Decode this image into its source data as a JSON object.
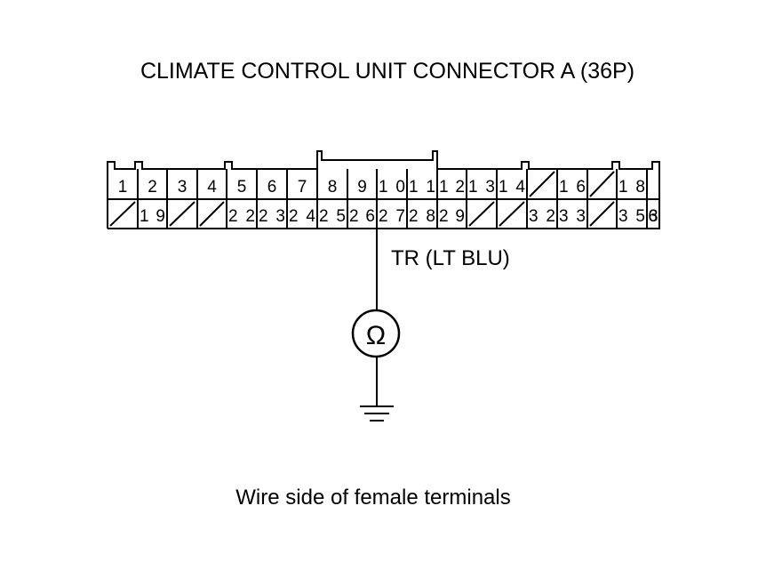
{
  "title": "CLIMATE CONTROL UNIT CONNECTOR A (36P)",
  "connector": {
    "top_row": [
      "1",
      "2",
      "3",
      "4",
      "5",
      "6",
      "7",
      "8",
      "9",
      "10",
      "11",
      "12",
      "13",
      "14",
      "",
      "16",
      "",
      "18",
      ""
    ],
    "bottom_row": [
      "",
      "19",
      "",
      "",
      "22",
      "23",
      "24",
      "25",
      "26",
      "27",
      "28",
      "29",
      "",
      "",
      "32",
      "33",
      "",
      "35",
      "36"
    ]
  },
  "probe": {
    "wire_label": "TR (LT BLU)",
    "meter_symbol": "Ω",
    "meter_icon": "ohmmeter-icon",
    "ground_icon": "ground-icon"
  },
  "caption": "Wire side of female terminals"
}
